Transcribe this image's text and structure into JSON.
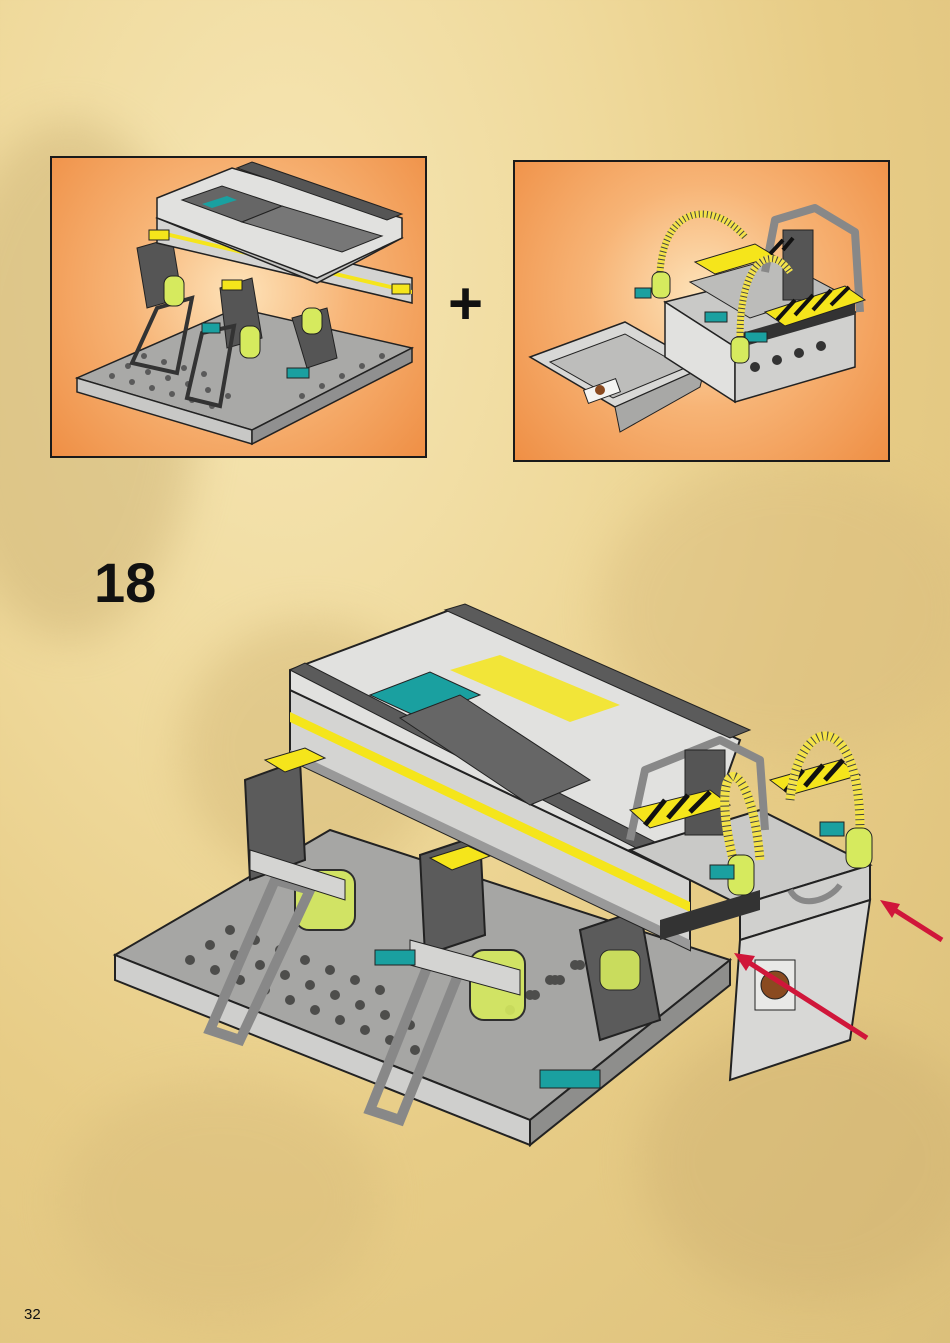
{
  "page": {
    "number": "32"
  },
  "step": {
    "number": "18"
  },
  "sub_assembly": {
    "operator": "+"
  },
  "colors": {
    "panel_orange": "#ef8f45",
    "brick_light_gray": "#d4d4d2",
    "brick_dark_gray": "#5b5b5b",
    "stud_gray": "#8a8a88",
    "accent_yellow": "#f5e51b",
    "accent_teal": "#1aa0a0",
    "lime_translucent": "#d6ea5e",
    "arrow_red": "#d0163a",
    "background_sand": "#efd99b"
  },
  "icons": [
    "sub-assembly-a-illustration",
    "sub-assembly-b-illustration",
    "main-model-illustration",
    "placement-arrow-icon"
  ]
}
